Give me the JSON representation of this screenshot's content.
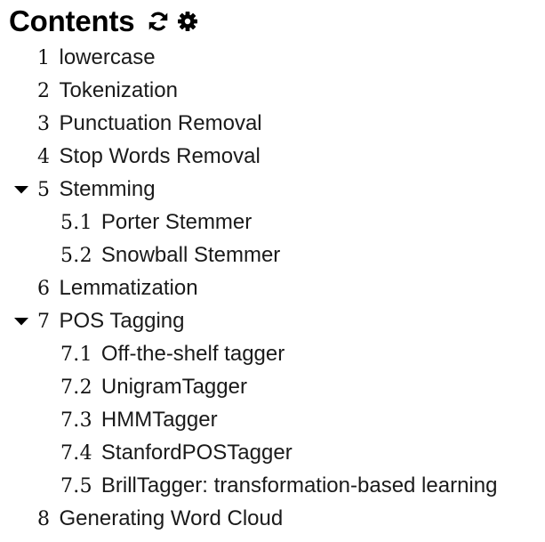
{
  "toc": {
    "title": "Contents",
    "icons": [
      "refresh-icon",
      "gear-icon"
    ],
    "items": [
      {
        "num": "1",
        "label": "lowercase",
        "level": 1,
        "expanded": null
      },
      {
        "num": "2",
        "label": "Tokenization",
        "level": 1,
        "expanded": null
      },
      {
        "num": "3",
        "label": "Punctuation Removal",
        "level": 1,
        "expanded": null
      },
      {
        "num": "4",
        "label": "Stop Words Removal",
        "level": 1,
        "expanded": null
      },
      {
        "num": "5",
        "label": "Stemming",
        "level": 1,
        "expanded": true
      },
      {
        "num": "5.1",
        "label": "Porter Stemmer",
        "level": 2,
        "expanded": null
      },
      {
        "num": "5.2",
        "label": "Snowball Stemmer",
        "level": 2,
        "expanded": null
      },
      {
        "num": "6",
        "label": "Lemmatization",
        "level": 1,
        "expanded": null
      },
      {
        "num": "7",
        "label": "POS Tagging",
        "level": 1,
        "expanded": true
      },
      {
        "num": "7.1",
        "label": "Off-the-shelf tagger",
        "level": 2,
        "expanded": null
      },
      {
        "num": "7.2",
        "label": "UnigramTagger",
        "level": 2,
        "expanded": null
      },
      {
        "num": "7.3",
        "label": "HMMTagger",
        "level": 2,
        "expanded": null
      },
      {
        "num": "7.4",
        "label": "StanfordPOSTagger",
        "level": 2,
        "expanded": null
      },
      {
        "num": "7.5",
        "label": "BrillTagger: transformation-based learning",
        "level": 2,
        "expanded": null
      },
      {
        "num": "8",
        "label": "Generating Word Cloud",
        "level": 1,
        "expanded": null
      }
    ]
  }
}
